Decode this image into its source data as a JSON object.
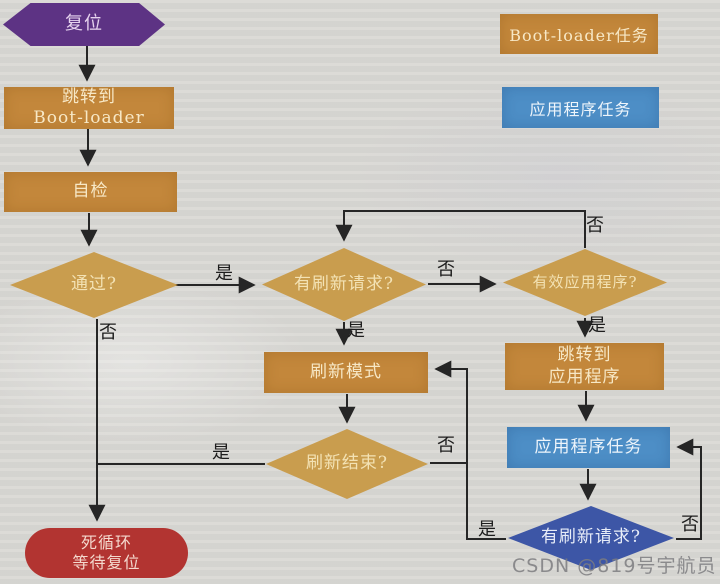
{
  "diagram": {
    "type": "flowchart",
    "subject": "Boot-loader / application firmware refresh flow"
  },
  "nodes": {
    "reset": {
      "label": "复位",
      "shape": "hexagon",
      "role": "start"
    },
    "jump_bootloader": {
      "label": "跳转到\nBoot-loader",
      "shape": "rect",
      "task": "bootloader"
    },
    "self_check": {
      "label": "自检",
      "shape": "rect",
      "task": "bootloader"
    },
    "pass": {
      "label": "通过?",
      "shape": "diamond",
      "task": "bootloader"
    },
    "refresh_request": {
      "label": "有刷新请求?",
      "shape": "diamond",
      "task": "bootloader"
    },
    "valid_app": {
      "label": "有效应用程序?",
      "shape": "diamond",
      "task": "bootloader"
    },
    "refresh_mode": {
      "label": "刷新模式",
      "shape": "rect",
      "task": "bootloader"
    },
    "refresh_done": {
      "label": "刷新结束?",
      "shape": "diamond",
      "task": "bootloader"
    },
    "jump_app": {
      "label": "跳转到\n应用程序",
      "shape": "rect",
      "task": "bootloader"
    },
    "app_task": {
      "label": "应用程序任务",
      "shape": "rect",
      "task": "app"
    },
    "app_refresh_request": {
      "label": "有刷新请求?",
      "shape": "diamond",
      "task": "app"
    },
    "dead_loop": {
      "label": "死循环\n等待复位",
      "shape": "rounded",
      "role": "end"
    }
  },
  "edge_labels": {
    "pass_yes": "是",
    "pass_no": "否",
    "refresh_request_yes": "是",
    "refresh_request_no": "否",
    "valid_app_yes": "是",
    "valid_app_no": "否",
    "refresh_done_yes": "是",
    "refresh_done_no": "否",
    "app_refresh_yes": "是",
    "app_refresh_no": "否"
  },
  "legend": {
    "bootloader": "Boot-loader任务",
    "app": "应用程序任务"
  },
  "watermark": "CSDN @819号宇航员",
  "colors": {
    "bootloader_box": "#c3873b",
    "bootloader_diamond": "#c99d4e",
    "app_box": "#4d8ec6",
    "app_diamond": "#3d56a6",
    "reset_hexagon": "#5d3384",
    "dead_loop_box": "#b23431",
    "edge_line": "#262626",
    "background": "#d8d7d3"
  }
}
